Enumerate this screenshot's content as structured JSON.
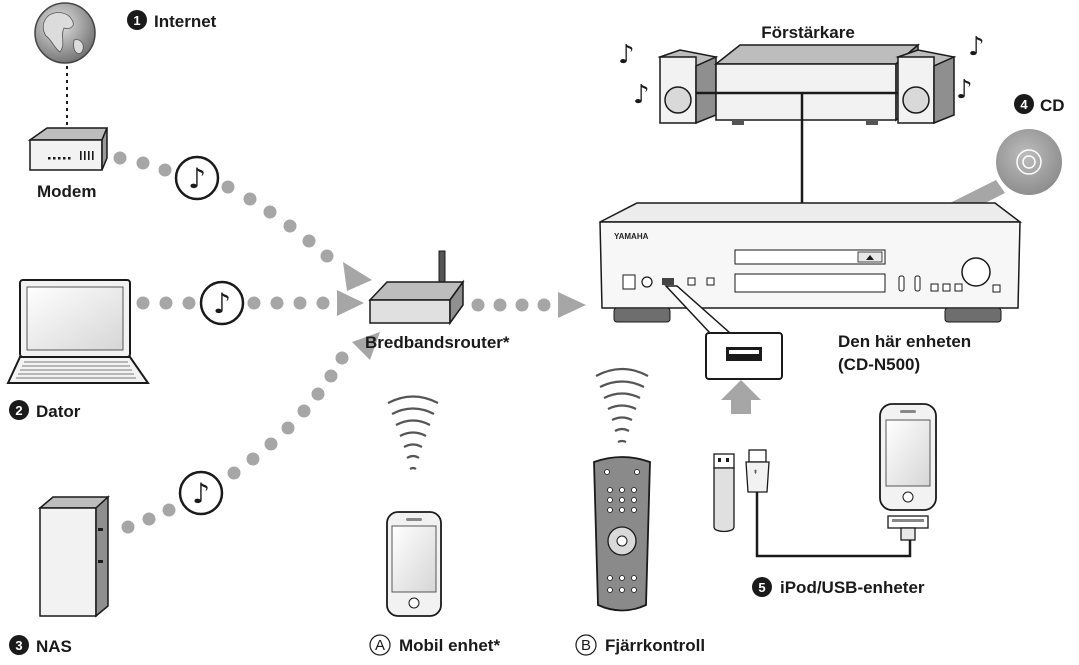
{
  "labels": {
    "internet": "Internet",
    "modem": "Modem",
    "dator": "Dator",
    "nas": "NAS",
    "router": "Bredbandsrouter*",
    "amplifier": "Förstärkare",
    "cd": "CD",
    "unit_line1": "Den här enheten",
    "unit_line2": "(CD-N500)",
    "ipod_usb": "iPod/USB-enheter",
    "mobile": "Mobil enhet*",
    "remote": "Fjärrkontroll"
  },
  "markers": {
    "internet": "1",
    "dator": "2",
    "nas": "3",
    "cd": "4",
    "ipod_usb": "5",
    "mobile": "A",
    "remote": "B"
  },
  "device": {
    "brand": "YAMAHA"
  },
  "icons": {
    "note": "♪"
  },
  "colors": {
    "dots": "#a6a6a6",
    "arrow": "#a6a6a6",
    "device_fill": "#f2f2f2",
    "dark": "#1a1a1a",
    "screen_gray": "#d9d9d9"
  }
}
